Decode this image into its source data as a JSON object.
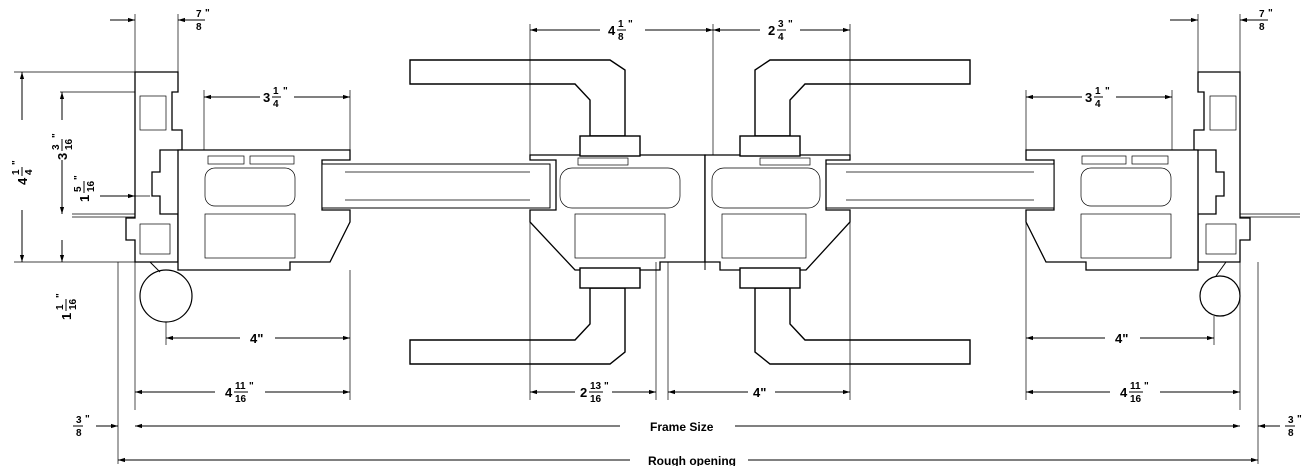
{
  "labels": {
    "frame_size": "Frame Size",
    "rough_opening": "Rough opening"
  },
  "dimensions": {
    "top_left_jamb": {
      "whole": "",
      "num": "7",
      "den": "8",
      "unit": "\""
    },
    "top_left_panel": {
      "whole": "3",
      "num": "1",
      "den": "4",
      "unit": "\""
    },
    "top_handle_left": {
      "whole": "4",
      "num": "1",
      "den": "8",
      "unit": "\""
    },
    "top_handle_right": {
      "whole": "2",
      "num": "3",
      "den": "4",
      "unit": "\""
    },
    "top_right_panel": {
      "whole": "3",
      "num": "1",
      "den": "4",
      "unit": "\""
    },
    "top_right_jamb": {
      "whole": "",
      "num": "7",
      "den": "8",
      "unit": "\""
    },
    "left_overall_height": {
      "whole": "4",
      "num": "1",
      "den": "4",
      "unit": "\""
    },
    "left_frame_height": {
      "whole": "3",
      "num": "3",
      "den": "16",
      "unit": "\""
    },
    "left_sill_offset": {
      "whole": "1",
      "num": "5",
      "den": "16",
      "unit": "\""
    },
    "left_bottom_offset": {
      "whole": "1",
      "num": "1",
      "den": "16",
      "unit": "\""
    },
    "bottom_left_4": "4\"",
    "bottom_left_4_11_16": {
      "whole": "4",
      "num": "11",
      "den": "16",
      "unit": "\""
    },
    "bottom_center_2_13_16": {
      "whole": "2",
      "num": "13",
      "den": "16",
      "unit": "\""
    },
    "bottom_center_4": "4\"",
    "bottom_right_4": "4\"",
    "bottom_right_4_11_16": {
      "whole": "4",
      "num": "11",
      "den": "16",
      "unit": "\""
    },
    "left_shim": {
      "whole": "",
      "num": "3",
      "den": "8",
      "unit": "\""
    },
    "right_shim": {
      "whole": "",
      "num": "3",
      "den": "8",
      "unit": "\""
    }
  },
  "colors": {
    "line": "#000000",
    "background": "#ffffff"
  }
}
